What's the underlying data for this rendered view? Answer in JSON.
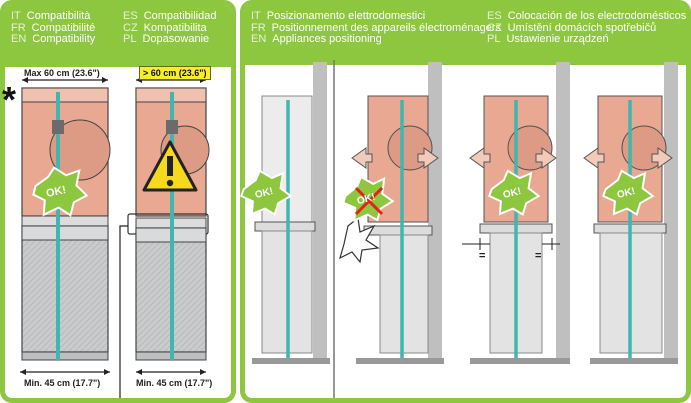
{
  "left_panel": {
    "header_lines": [
      {
        "code": "IT",
        "text": "Compatibilità"
      },
      {
        "code": "FR",
        "text": "Compatibilité"
      },
      {
        "code": "EN",
        "text": "Compatibility"
      }
    ],
    "header_lines_right": [
      {
        "code": "ES",
        "text": "Compatibilidad"
      },
      {
        "code": "CZ",
        "text": "Kompatibilita"
      },
      {
        "code": "PL",
        "text": "Dopasowanie"
      }
    ],
    "max_width_label": "Max 60 cm (23.6\")",
    "over_width_label": "> 60 cm (23.6\")",
    "min_depth_label_1": "Min. 45 cm (17.7\")",
    "min_depth_label_2": "Min. 45 cm (17.7\")",
    "asterisk": "*",
    "ok_label": "OK!"
  },
  "right_panel": {
    "header_lines": [
      {
        "code": "IT",
        "text": "Posizionamento elettrodomestici"
      },
      {
        "code": "FR",
        "text": "Positionnement des appareils électroménagers"
      },
      {
        "code": "EN",
        "text": "Appliances positioning"
      }
    ],
    "header_lines_right": [
      {
        "code": "ES",
        "text": "Colocación de los electrodomésticos"
      },
      {
        "code": "CZ",
        "text": "Umístění domácích spotřebičů"
      },
      {
        "code": "PL",
        "text": "Ustawienie urządzeń"
      }
    ],
    "ok_label": "OK!",
    "equal_sign": "="
  },
  "colors": {
    "accent_green": "#8dc63f",
    "dryer_salmon": "#e8a892",
    "washer_grey": "#c9cbcc",
    "hose_teal": "#3fb6b0",
    "warning_yellow": "#f6d81f"
  }
}
